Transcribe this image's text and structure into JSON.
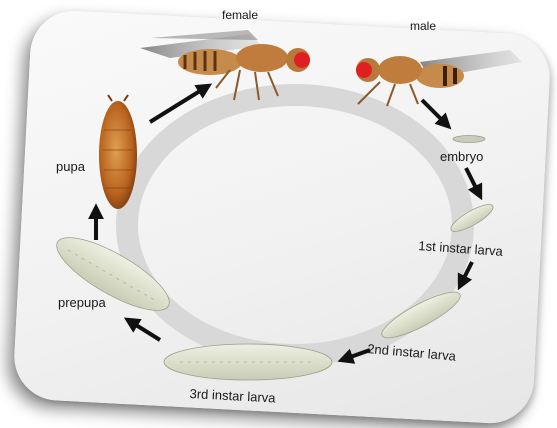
{
  "diagram": {
    "stages": {
      "female": "female",
      "male": "male",
      "embryo": "embryo",
      "first_instar": "1st instar larva",
      "second_instar": "2nd instar larva",
      "third_instar": "3rd instar larva",
      "prepupa": "prepupa",
      "pupa": "pupa"
    },
    "colors": {
      "ring": "#d8d8d8",
      "arrow": "#111111",
      "fly_body": "#c68a4a",
      "fly_eye": "#e02020",
      "larva": "#dfe3cf",
      "pupa": "#c9772d"
    }
  }
}
